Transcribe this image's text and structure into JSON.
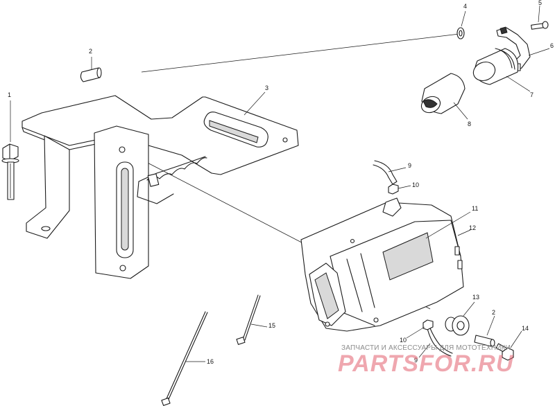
{
  "callouts": {
    "c1": "1",
    "c2a": "2",
    "c2b": "2",
    "c3": "3",
    "c4": "4",
    "c5": "5",
    "c6": "6",
    "c7": "7",
    "c8": "8",
    "c9a": "9",
    "c9b": "9",
    "c10a": "10",
    "c10b": "10",
    "c11": "11",
    "c12": "12",
    "c13": "13",
    "c14": "14",
    "c15": "15",
    "c16": "16"
  },
  "watermark": {
    "caption": "ЗАПЧАСТИ И АКСЕССУАРЫ ДЛЯ МОТОТЕХНИКИ",
    "logo": "PARTSFOR.RU"
  },
  "colors": {
    "ink": "#1a1a1a",
    "watermark": "#e15f6e"
  }
}
